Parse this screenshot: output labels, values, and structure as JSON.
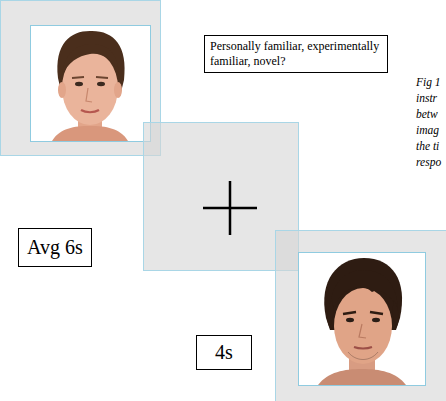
{
  "diagram": {
    "nodes": [
      {
        "text": [
          "Personally familiar, experimentally familiar, novel?"
        ]
      },
      {
        "text": [
          "Avg 6s"
        ]
      },
      {
        "text": [
          "4s"
        ]
      }
    ],
    "labels": [
      "Fig 1",
      "instr",
      "betw",
      "imag",
      "the ti",
      "respo"
    ]
  }
}
